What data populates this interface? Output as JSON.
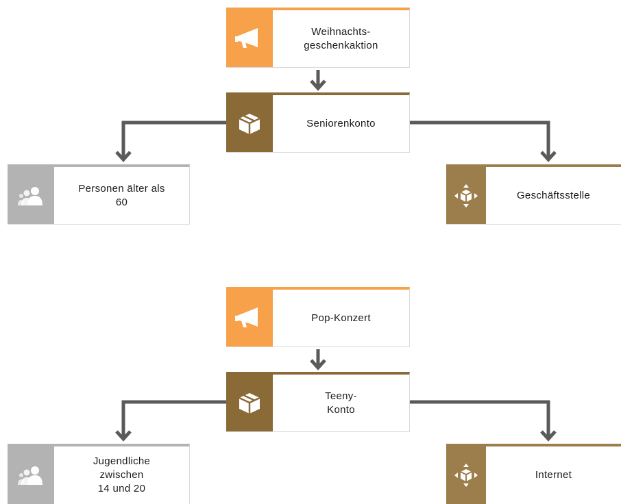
{
  "colors": {
    "campaign": "#f7a24b",
    "product": "#8a6b38",
    "target_group": "#b3b3b3",
    "channel": "#9c7d4c",
    "connector": "#5a5a5a"
  },
  "diagrams": [
    {
      "campaign": {
        "label": "Weihnachts-\ngeschenkaktion",
        "icon": "megaphone-icon"
      },
      "product": {
        "label": "Seniorenkonto",
        "icon": "box-icon"
      },
      "target_group": {
        "label": "Personen älter als\n60",
        "icon": "people-icon"
      },
      "channel": {
        "label": "Geschäftsstelle",
        "icon": "move-arrows-icon"
      }
    },
    {
      "campaign": {
        "label": "Pop-Konzert",
        "icon": "megaphone-icon"
      },
      "product": {
        "label": "Teeny-\nKonto",
        "icon": "box-icon"
      },
      "target_group": {
        "label": "Jugendliche\nzwischen\n14 und 20",
        "icon": "people-icon"
      },
      "channel": {
        "label": "Internet",
        "icon": "move-arrows-icon"
      }
    }
  ]
}
